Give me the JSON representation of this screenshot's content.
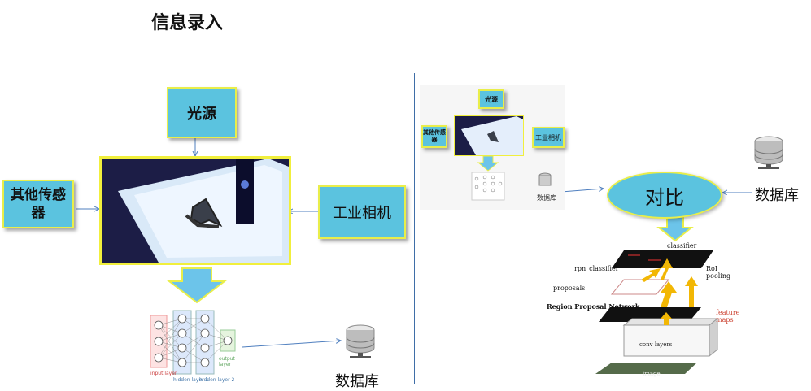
{
  "page": {
    "title": "信息录入"
  },
  "left": {
    "light_source": "光源",
    "other_sensors": "其他传感器",
    "industrial_camera": "工业相机",
    "database": "数据库",
    "nn_labels": {
      "input": "input layer",
      "hidden1": "hidden layer 1",
      "hidden2": "hidden layer 2",
      "output": "output layer"
    }
  },
  "right": {
    "thumb": {
      "light_source": "光源",
      "other_sensors": "其他传感器",
      "industrial_camera": "工业相机",
      "database": "数据库"
    },
    "compare": "对比",
    "database": "数据库",
    "rcnn": {
      "classifier": "classifier",
      "rpn_classifier": "rpn_classifier",
      "roi_pooling": "RoI pooling",
      "proposals": "proposals",
      "rpn": "Region Proposal Network",
      "feature_maps": "feature maps",
      "conv_layers": "conv layers",
      "image": "image"
    }
  },
  "colors": {
    "box_fill": "#5bc3df",
    "box_border": "#e9ee4a",
    "arrow": "#7cc8e8",
    "connector": "#4f7fbf",
    "accent_arrow": "#f2b705"
  }
}
